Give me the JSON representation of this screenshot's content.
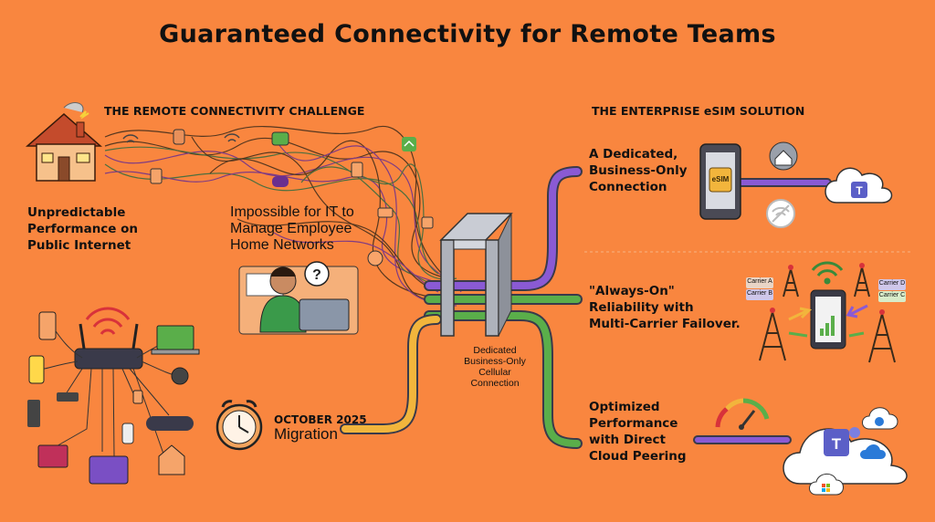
{
  "title": "Guaranteed Connectivity for Remote Teams",
  "left": {
    "heading": "THE REMOTE CONNECTIVITY CHALLENGE",
    "unpredictable": "Unpredictable\nPerformance on\nPublic Internet",
    "impossible": "Impossible for IT to\nManage Employee\nHome Networks",
    "migration_date": "OCTOBER 2025",
    "migration_label": "Migration"
  },
  "center": {
    "gateway_label": "Dedicated\nBusiness-Only\nCellular\nConnection"
  },
  "right": {
    "heading": "THE ENTERPRISE eSIM SOLUTION",
    "benefit1": "A Dedicated,\nBusiness-Only\nConnection",
    "benefit2": "\"Always-On\"\nReliability with\nMulti-Carrier Failover.",
    "benefit3": "Optimized\nPerformance\nwith Direct\nCloud Peering",
    "esim_chip": "eSIM",
    "carriers": [
      "Carrier A",
      "Carrier B",
      "Carrier D",
      "Carrier C"
    ]
  },
  "colors": {
    "background": "#f9863f",
    "purple": "#7a4fc4",
    "green": "#5aae4a",
    "yellow": "#f2b53c",
    "teams": "#5b5fc7"
  }
}
